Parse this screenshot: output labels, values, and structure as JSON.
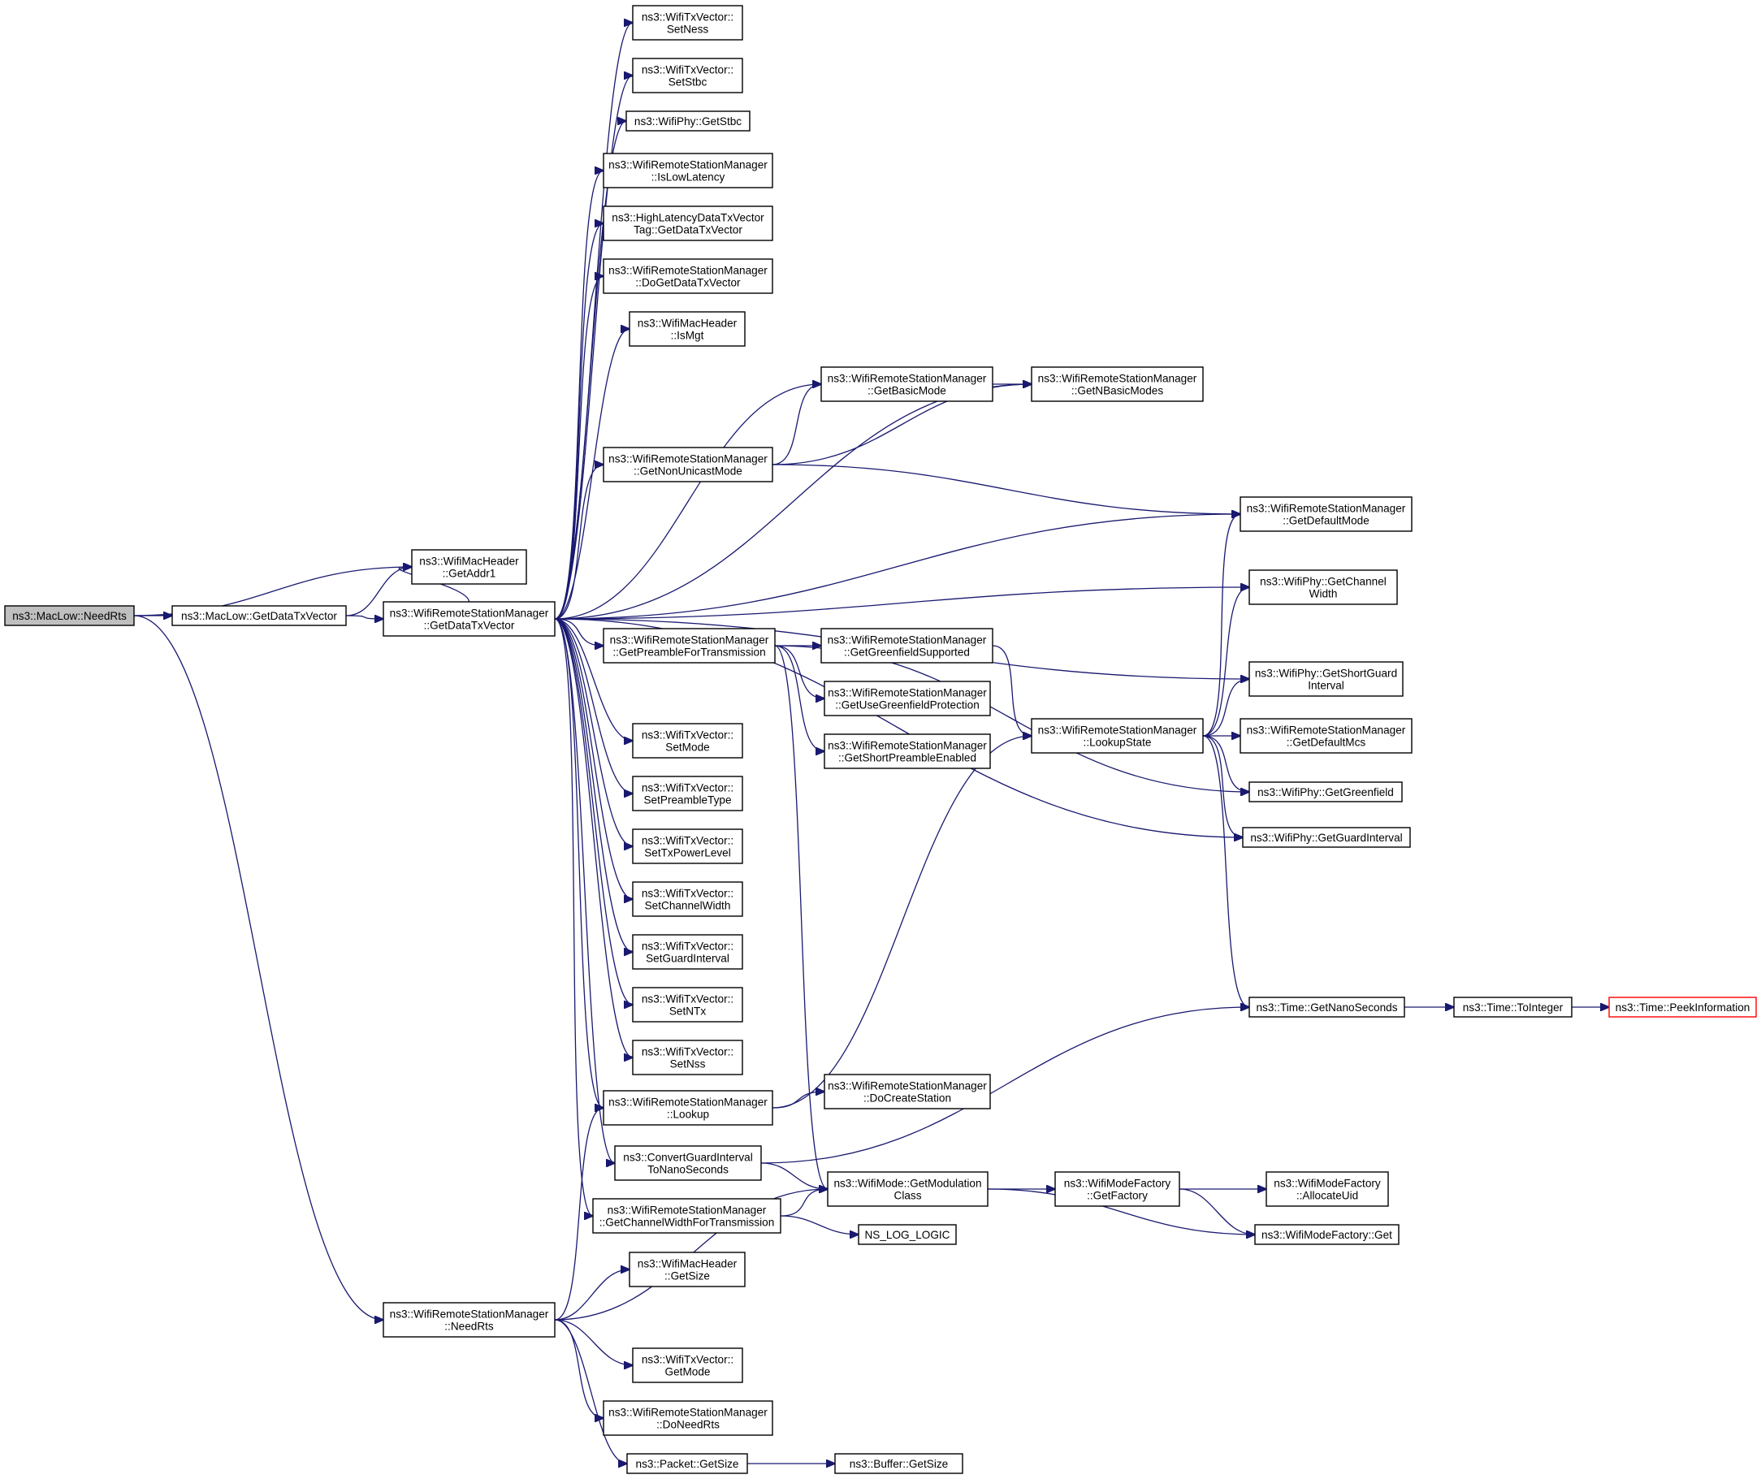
{
  "diagram": {
    "type": "call-graph",
    "colors": {
      "edge": "#191970",
      "node_border": "#000000",
      "focus_fill": "#bfbfbf",
      "truncated_border": "#ff0000"
    },
    "nodes": [
      {
        "id": "macLowNeedRts",
        "lines": [
          "ns3::MacLow::NeedRts"
        ],
        "focus": true
      },
      {
        "id": "getAddr1",
        "lines": [
          "ns3::WifiMacHeader",
          "::GetAddr1"
        ]
      },
      {
        "id": "macLowGetDataTxVector",
        "lines": [
          "ns3::MacLow::GetDataTxVector"
        ]
      },
      {
        "id": "wrsmGetDataTxVector",
        "lines": [
          "ns3::WifiRemoteStationManager",
          "::GetDataTxVector"
        ]
      },
      {
        "id": "setNess",
        "lines": [
          "ns3::WifiTxVector::",
          "SetNess"
        ]
      },
      {
        "id": "setStbc",
        "lines": [
          "ns3::WifiTxVector::",
          "SetStbc"
        ]
      },
      {
        "id": "phyGetStbc",
        "lines": [
          "ns3::WifiPhy::GetStbc"
        ]
      },
      {
        "id": "isLowLatency",
        "lines": [
          "ns3::WifiRemoteStationManager",
          "::IsLowLatency"
        ]
      },
      {
        "id": "hlTagGetDataTxVector",
        "lines": [
          "ns3::HighLatencyDataTxVector",
          "Tag::GetDataTxVector"
        ]
      },
      {
        "id": "doGetDataTxVector",
        "lines": [
          "ns3::WifiRemoteStationManager",
          "::DoGetDataTxVector"
        ]
      },
      {
        "id": "isMgt",
        "lines": [
          "ns3::WifiMacHeader",
          "::IsMgt"
        ]
      },
      {
        "id": "getBasicMode",
        "lines": [
          "ns3::WifiRemoteStationManager",
          "::GetBasicMode"
        ]
      },
      {
        "id": "getNBasicModes",
        "lines": [
          "ns3::WifiRemoteStationManager",
          "::GetNBasicModes"
        ]
      },
      {
        "id": "getNonUnicastMode",
        "lines": [
          "ns3::WifiRemoteStationManager",
          "::GetNonUnicastMode"
        ]
      },
      {
        "id": "getDefaultMode",
        "lines": [
          "ns3::WifiRemoteStationManager",
          "::GetDefaultMode"
        ]
      },
      {
        "id": "getChannelWidth",
        "lines": [
          "ns3::WifiPhy::GetChannel",
          "Width"
        ]
      },
      {
        "id": "getPreambleForTransmission",
        "lines": [
          "ns3::WifiRemoteStationManager",
          "::GetPreambleForTransmission"
        ]
      },
      {
        "id": "getGreenfieldSupported",
        "lines": [
          "ns3::WifiRemoteStationManager",
          "::GetGreenfieldSupported"
        ]
      },
      {
        "id": "getShortGuardInterval",
        "lines": [
          "ns3::WifiPhy::GetShortGuard",
          "Interval"
        ]
      },
      {
        "id": "getUseGreenfieldProtection",
        "lines": [
          "ns3::WifiRemoteStationManager",
          "::GetUseGreenfieldProtection"
        ]
      },
      {
        "id": "lookupState",
        "lines": [
          "ns3::WifiRemoteStationManager",
          "::LookupState"
        ]
      },
      {
        "id": "getDefaultMcs",
        "lines": [
          "ns3::WifiRemoteStationManager",
          "::GetDefaultMcs"
        ]
      },
      {
        "id": "getShortPreambleEnabled",
        "lines": [
          "ns3::WifiRemoteStationManager",
          "::GetShortPreambleEnabled"
        ]
      },
      {
        "id": "setMode",
        "lines": [
          "ns3::WifiTxVector::",
          "SetMode"
        ]
      },
      {
        "id": "getGreenfield",
        "lines": [
          "ns3::WifiPhy::GetGreenfield"
        ]
      },
      {
        "id": "setPreambleType",
        "lines": [
          "ns3::WifiTxVector::",
          "SetPreambleType"
        ]
      },
      {
        "id": "getGuardInterval",
        "lines": [
          "ns3::WifiPhy::GetGuardInterval"
        ]
      },
      {
        "id": "setTxPowerLevel",
        "lines": [
          "ns3::WifiTxVector::",
          "SetTxPowerLevel"
        ]
      },
      {
        "id": "setChannelWidth",
        "lines": [
          "ns3::WifiTxVector::",
          "SetChannelWidth"
        ]
      },
      {
        "id": "setGuardInterval",
        "lines": [
          "ns3::WifiTxVector::",
          "SetGuardInterval"
        ]
      },
      {
        "id": "setNTx",
        "lines": [
          "ns3::WifiTxVector::",
          "SetNTx"
        ]
      },
      {
        "id": "getNanoSeconds",
        "lines": [
          "ns3::Time::GetNanoSeconds"
        ]
      },
      {
        "id": "toInteger",
        "lines": [
          "ns3::Time::ToInteger"
        ]
      },
      {
        "id": "peekInformation",
        "lines": [
          "ns3::Time::PeekInformation"
        ],
        "truncated": true
      },
      {
        "id": "setNss",
        "lines": [
          "ns3::WifiTxVector::",
          "SetNss"
        ]
      },
      {
        "id": "lookup",
        "lines": [
          "ns3::WifiRemoteStationManager",
          "::Lookup"
        ]
      },
      {
        "id": "doCreateStation",
        "lines": [
          "ns3::WifiRemoteStationManager",
          "::DoCreateStation"
        ]
      },
      {
        "id": "convertGuardInterval",
        "lines": [
          "ns3::ConvertGuardInterval",
          "ToNanoSeconds"
        ]
      },
      {
        "id": "getModulationClass",
        "lines": [
          "ns3::WifiMode::GetModulation",
          "Class"
        ]
      },
      {
        "id": "getFactory",
        "lines": [
          "ns3::WifiModeFactory",
          "::GetFactory"
        ]
      },
      {
        "id": "allocateUid",
        "lines": [
          "ns3::WifiModeFactory",
          "::AllocateUid"
        ]
      },
      {
        "id": "getChannelWidthForTransmission",
        "lines": [
          "ns3::WifiRemoteStationManager",
          "::GetChannelWidthForTransmission"
        ]
      },
      {
        "id": "nsLogLogic",
        "lines": [
          "NS_LOG_LOGIC"
        ]
      },
      {
        "id": "factoryGet",
        "lines": [
          "ns3::WifiModeFactory::Get"
        ]
      },
      {
        "id": "macHeaderGetSize",
        "lines": [
          "ns3::WifiMacHeader",
          "::GetSize"
        ]
      },
      {
        "id": "wrsmNeedRts",
        "lines": [
          "ns3::WifiRemoteStationManager",
          "::NeedRts"
        ]
      },
      {
        "id": "txVectorGetMode",
        "lines": [
          "ns3::WifiTxVector::",
          "GetMode"
        ]
      },
      {
        "id": "doNeedRts",
        "lines": [
          "ns3::WifiRemoteStationManager",
          "::DoNeedRts"
        ]
      },
      {
        "id": "packetGetSize",
        "lines": [
          "ns3::Packet::GetSize"
        ]
      },
      {
        "id": "bufferGetSize",
        "lines": [
          "ns3::Buffer::GetSize"
        ]
      }
    ],
    "edges": [
      [
        "macLowNeedRts",
        "getAddr1"
      ],
      [
        "macLowNeedRts",
        "macLowGetDataTxVector"
      ],
      [
        "macLowNeedRts",
        "wrsmNeedRts"
      ],
      [
        "macLowGetDataTxVector",
        "getAddr1"
      ],
      [
        "macLowGetDataTxVector",
        "wrsmGetDataTxVector"
      ],
      [
        "wrsmGetDataTxVector",
        "getAddr1"
      ],
      [
        "wrsmGetDataTxVector",
        "setNess"
      ],
      [
        "wrsmGetDataTxVector",
        "setStbc"
      ],
      [
        "wrsmGetDataTxVector",
        "phyGetStbc"
      ],
      [
        "wrsmGetDataTxVector",
        "isLowLatency"
      ],
      [
        "wrsmGetDataTxVector",
        "hlTagGetDataTxVector"
      ],
      [
        "wrsmGetDataTxVector",
        "doGetDataTxVector"
      ],
      [
        "wrsmGetDataTxVector",
        "isMgt"
      ],
      [
        "wrsmGetDataTxVector",
        "getBasicMode"
      ],
      [
        "wrsmGetDataTxVector",
        "getNBasicModes"
      ],
      [
        "wrsmGetDataTxVector",
        "getNonUnicastMode"
      ],
      [
        "wrsmGetDataTxVector",
        "getDefaultMode"
      ],
      [
        "wrsmGetDataTxVector",
        "getChannelWidth"
      ],
      [
        "wrsmGetDataTxVector",
        "getShortGuardInterval"
      ],
      [
        "wrsmGetDataTxVector",
        "getPreambleForTransmission"
      ],
      [
        "wrsmGetDataTxVector",
        "getGuardInterval"
      ],
      [
        "wrsmGetDataTxVector",
        "setMode"
      ],
      [
        "wrsmGetDataTxVector",
        "setPreambleType"
      ],
      [
        "wrsmGetDataTxVector",
        "setTxPowerLevel"
      ],
      [
        "wrsmGetDataTxVector",
        "setChannelWidth"
      ],
      [
        "wrsmGetDataTxVector",
        "setGuardInterval"
      ],
      [
        "wrsmGetDataTxVector",
        "setNTx"
      ],
      [
        "wrsmGetDataTxVector",
        "setNss"
      ],
      [
        "wrsmGetDataTxVector",
        "lookup"
      ],
      [
        "wrsmGetDataTxVector",
        "convertGuardInterval"
      ],
      [
        "wrsmGetDataTxVector",
        "getChannelWidthForTransmission"
      ],
      [
        "getBasicMode",
        "getNBasicModes"
      ],
      [
        "getNonUnicastMode",
        "getBasicMode"
      ],
      [
        "getNonUnicastMode",
        "getNBasicModes"
      ],
      [
        "getNonUnicastMode",
        "getDefaultMode"
      ],
      [
        "getPreambleForTransmission",
        "getGreenfieldSupported"
      ],
      [
        "getPreambleForTransmission",
        "getUseGreenfieldProtection"
      ],
      [
        "getPreambleForTransmission",
        "getShortPreambleEnabled"
      ],
      [
        "getPreambleForTransmission",
        "getGreenfield"
      ],
      [
        "getPreambleForTransmission",
        "getModulationClass"
      ],
      [
        "getGreenfieldSupported",
        "lookupState"
      ],
      [
        "lookupState",
        "getDefaultMode"
      ],
      [
        "lookupState",
        "getChannelWidth"
      ],
      [
        "lookupState",
        "getShortGuardInterval"
      ],
      [
        "lookupState",
        "getDefaultMcs"
      ],
      [
        "lookupState",
        "getGreenfield"
      ],
      [
        "lookupState",
        "getGuardInterval"
      ],
      [
        "lookupState",
        "getNanoSeconds"
      ],
      [
        "getNanoSeconds",
        "toInteger"
      ],
      [
        "toInteger",
        "peekInformation"
      ],
      [
        "lookup",
        "lookupState"
      ],
      [
        "lookup",
        "doCreateStation"
      ],
      [
        "convertGuardInterval",
        "getNanoSeconds"
      ],
      [
        "convertGuardInterval",
        "getModulationClass"
      ],
      [
        "getChannelWidthForTransmission",
        "getModulationClass"
      ],
      [
        "getChannelWidthForTransmission",
        "nsLogLogic"
      ],
      [
        "getModulationClass",
        "getFactory"
      ],
      [
        "getModulationClass",
        "factoryGet"
      ],
      [
        "getFactory",
        "allocateUid"
      ],
      [
        "getFactory",
        "factoryGet"
      ],
      [
        "wrsmNeedRts",
        "lookup"
      ],
      [
        "wrsmNeedRts",
        "macHeaderGetSize"
      ],
      [
        "wrsmNeedRts",
        "getModulationClass"
      ],
      [
        "wrsmNeedRts",
        "txVectorGetMode"
      ],
      [
        "wrsmNeedRts",
        "doNeedRts"
      ],
      [
        "wrsmNeedRts",
        "packetGetSize"
      ],
      [
        "packetGetSize",
        "bufferGetSize"
      ]
    ]
  }
}
